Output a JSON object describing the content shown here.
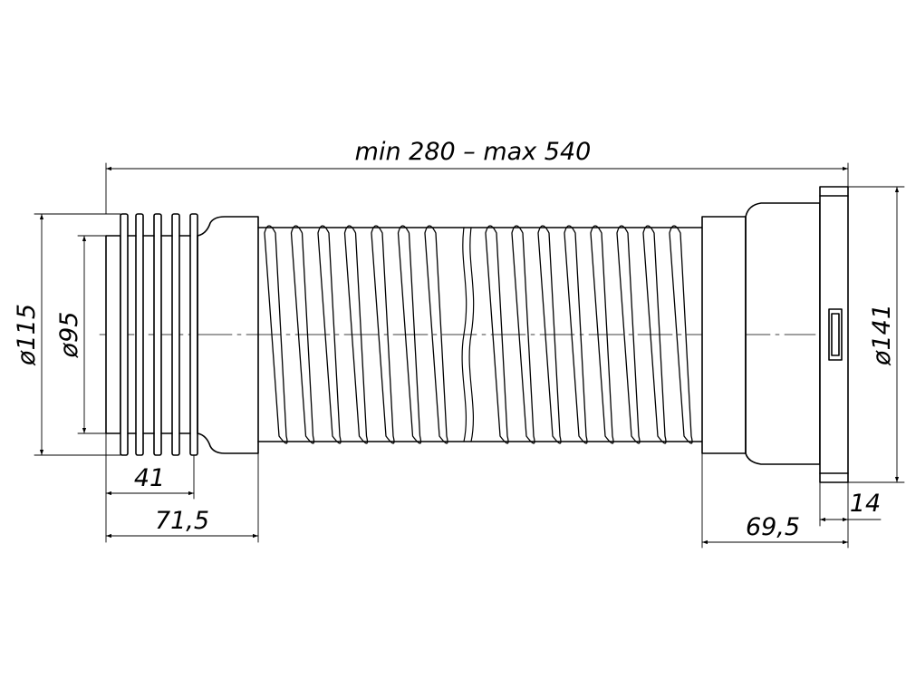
{
  "drawing": {
    "colors": {
      "line": "#000000",
      "background": "#ffffff"
    },
    "dimensions": {
      "total_length": "min 280 – max 540",
      "outer_diameter_inlet": "ø115",
      "inner_diameter_inlet": "ø95",
      "outlet_diameter": "ø141",
      "inlet_insertion_length": "41",
      "inlet_fitting_length": "71,5",
      "outlet_fitting_length": "69,5",
      "outlet_flange_thickness": "14"
    }
  }
}
